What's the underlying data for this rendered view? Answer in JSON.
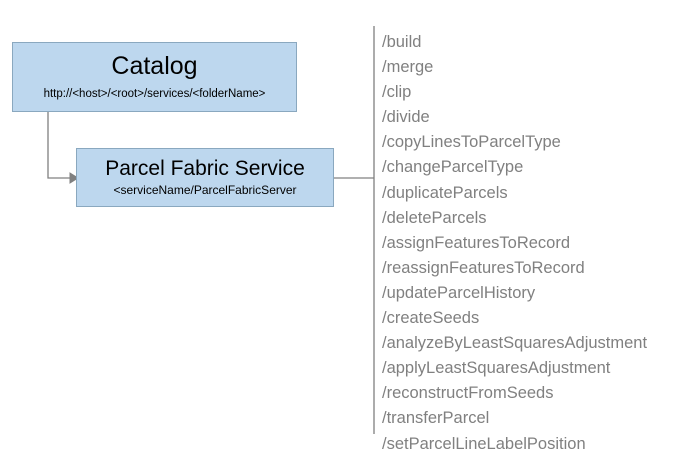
{
  "diagram": {
    "catalog": {
      "title": "Catalog",
      "subtitle": "http://<host>/<root>/services/<folderName>"
    },
    "service": {
      "title": "Parcel Fabric Service",
      "subtitle": "<serviceName/ParcelFabricServer"
    },
    "operations": [
      "/build",
      "/merge",
      "/clip",
      "/divide",
      "/copyLinesToParcelType",
      "/changeParcelType",
      "/duplicateParcels",
      "/deleteParcels",
      "/assignFeaturesToRecord",
      "/reassignFeaturesToRecord",
      "/updateParcelHistory",
      "/createSeeds",
      "/analyzeByLeastSquaresAdjustment",
      "/applyLeastSquaresAdjustment",
      "/reconstructFromSeeds",
      "/transferParcel",
      "/setParcelLineLabelPosition"
    ],
    "colors": {
      "node_fill": "#bdd7ee",
      "node_border": "#8aa8bf",
      "operation_text": "#808080",
      "connector": "#808080",
      "divider": "#808080"
    }
  }
}
